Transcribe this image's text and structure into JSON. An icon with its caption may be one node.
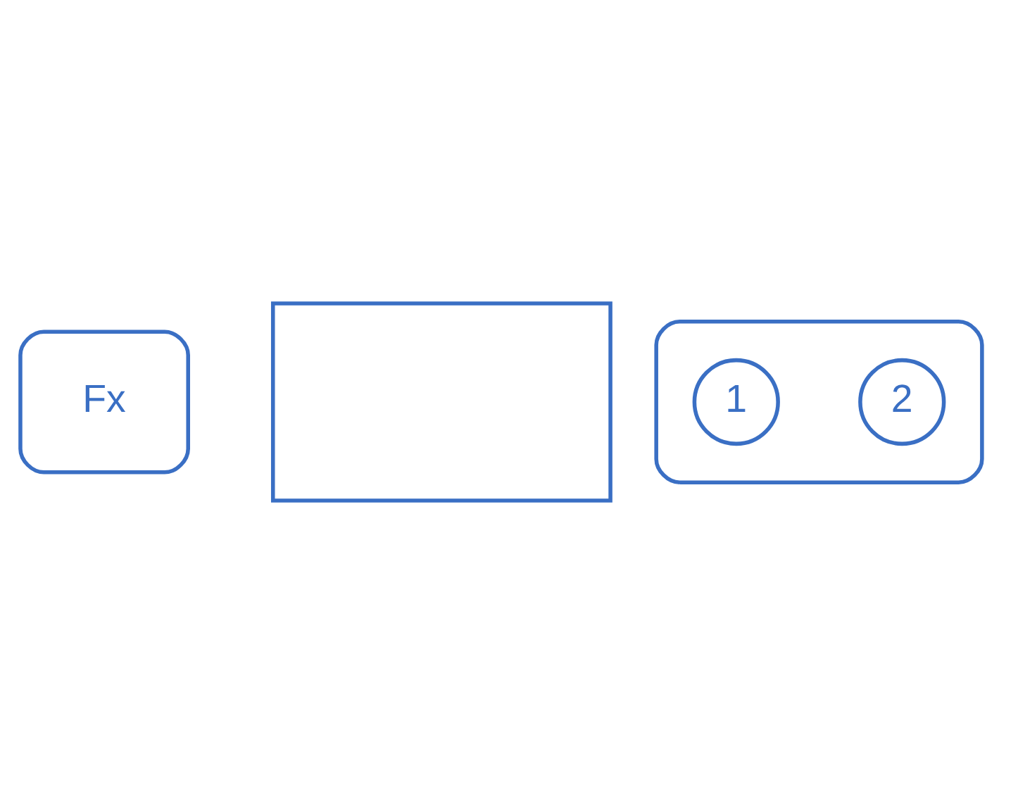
{
  "diagram": {
    "nodes": [
      {
        "text": [
          "Fx"
        ]
      },
      {
        "text": [],
        "shape": "box"
      },
      {
        "text": [],
        "shape": "cloud"
      },
      {
        "text": [
          "2"
        ],
        "in": 2
      },
      {
        "text": [
          "1"
        ],
        "in": 2
      }
    ]
  }
}
